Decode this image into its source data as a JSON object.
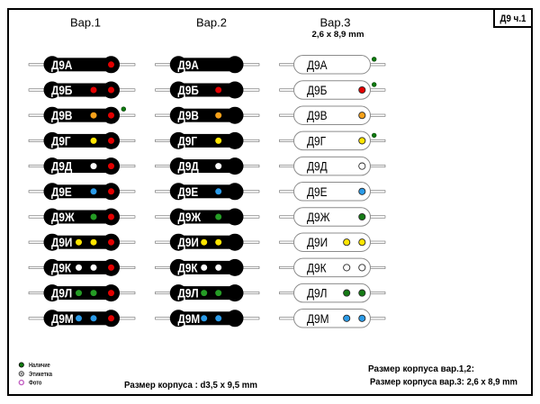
{
  "page": {
    "sheet_label": "Д9 ч.1",
    "background": "#ffffff"
  },
  "columns": [
    {
      "id": "var1",
      "label": "Вар.1",
      "sublabel": "",
      "body_style": "black",
      "has_trailing_red_dot": true
    },
    {
      "id": "var2",
      "label": "Вар.2",
      "sublabel": "",
      "body_style": "black",
      "has_trailing_red_dot": false
    },
    {
      "id": "var3",
      "label": "Вар.3",
      "sublabel": "2,6 x 8,9 mm",
      "body_style": "white",
      "has_trailing_red_dot": false
    }
  ],
  "rows": [
    {
      "label": "Д9А",
      "dot_color": "none",
      "dot_count": 0,
      "availability_markers": [
        "var3"
      ]
    },
    {
      "label": "Д9Б",
      "dot_color": "red",
      "dot_count": 1,
      "availability_markers": [
        "var3"
      ]
    },
    {
      "label": "Д9В",
      "dot_color": "orange",
      "dot_count": 1,
      "availability_markers": [
        "var1"
      ]
    },
    {
      "label": "Д9Г",
      "dot_color": "yellow",
      "dot_count": 1,
      "availability_markers": [
        "var3"
      ]
    },
    {
      "label": "Д9Д",
      "dot_color": "white",
      "dot_count": 1,
      "availability_markers": []
    },
    {
      "label": "Д9Е",
      "dot_color": "blue",
      "dot_count": 1,
      "availability_markers": []
    },
    {
      "label": "Д9Ж",
      "dot_color": "green",
      "dot_count": 1,
      "availability_markers": []
    },
    {
      "label": "Д9И",
      "dot_color": "yellow",
      "dot_count": 2,
      "availability_markers": []
    },
    {
      "label": "Д9К",
      "dot_color": "white",
      "dot_count": 2,
      "availability_markers": []
    },
    {
      "label": "Д9Л",
      "dot_color": "green",
      "dot_count": 2,
      "availability_markers": []
    },
    {
      "label": "Д9М",
      "dot_color": "blue",
      "dot_count": 2,
      "availability_markers": []
    }
  ],
  "colors": {
    "red": "#e30000",
    "orange": "#f7a11a",
    "yellow": "#ffe500",
    "white": "#ffffff",
    "blue": "#2b9be8",
    "green": "#259c25",
    "green_dark": "#157a15",
    "marker_green": "#0d7a0d",
    "body_black": "#000000",
    "body_white": "#ffffff",
    "body_outline": "#8c8c8c",
    "dot_outline": "#2a2a2a",
    "wire_fill": "#fdfdfd",
    "wire_stroke": "#4a4a4a",
    "legend_label_ring": "#444444",
    "legend_photo_ring": "#c361c3"
  },
  "legend": [
    {
      "label": "Наличие",
      "marker": "availability-dot"
    },
    {
      "label": "Этикетка",
      "marker": "label-ring"
    },
    {
      "label": "Фото",
      "marker": "photo-ring"
    }
  ],
  "footer": {
    "case_size_center": "Размер корпуса : d3,5 x 9,5 mm",
    "case_size_var12": "Размер корпуса вар.1,2:",
    "case_size_var3": "Размер корпуса вар.3: 2,6 x 8,9 mm"
  }
}
